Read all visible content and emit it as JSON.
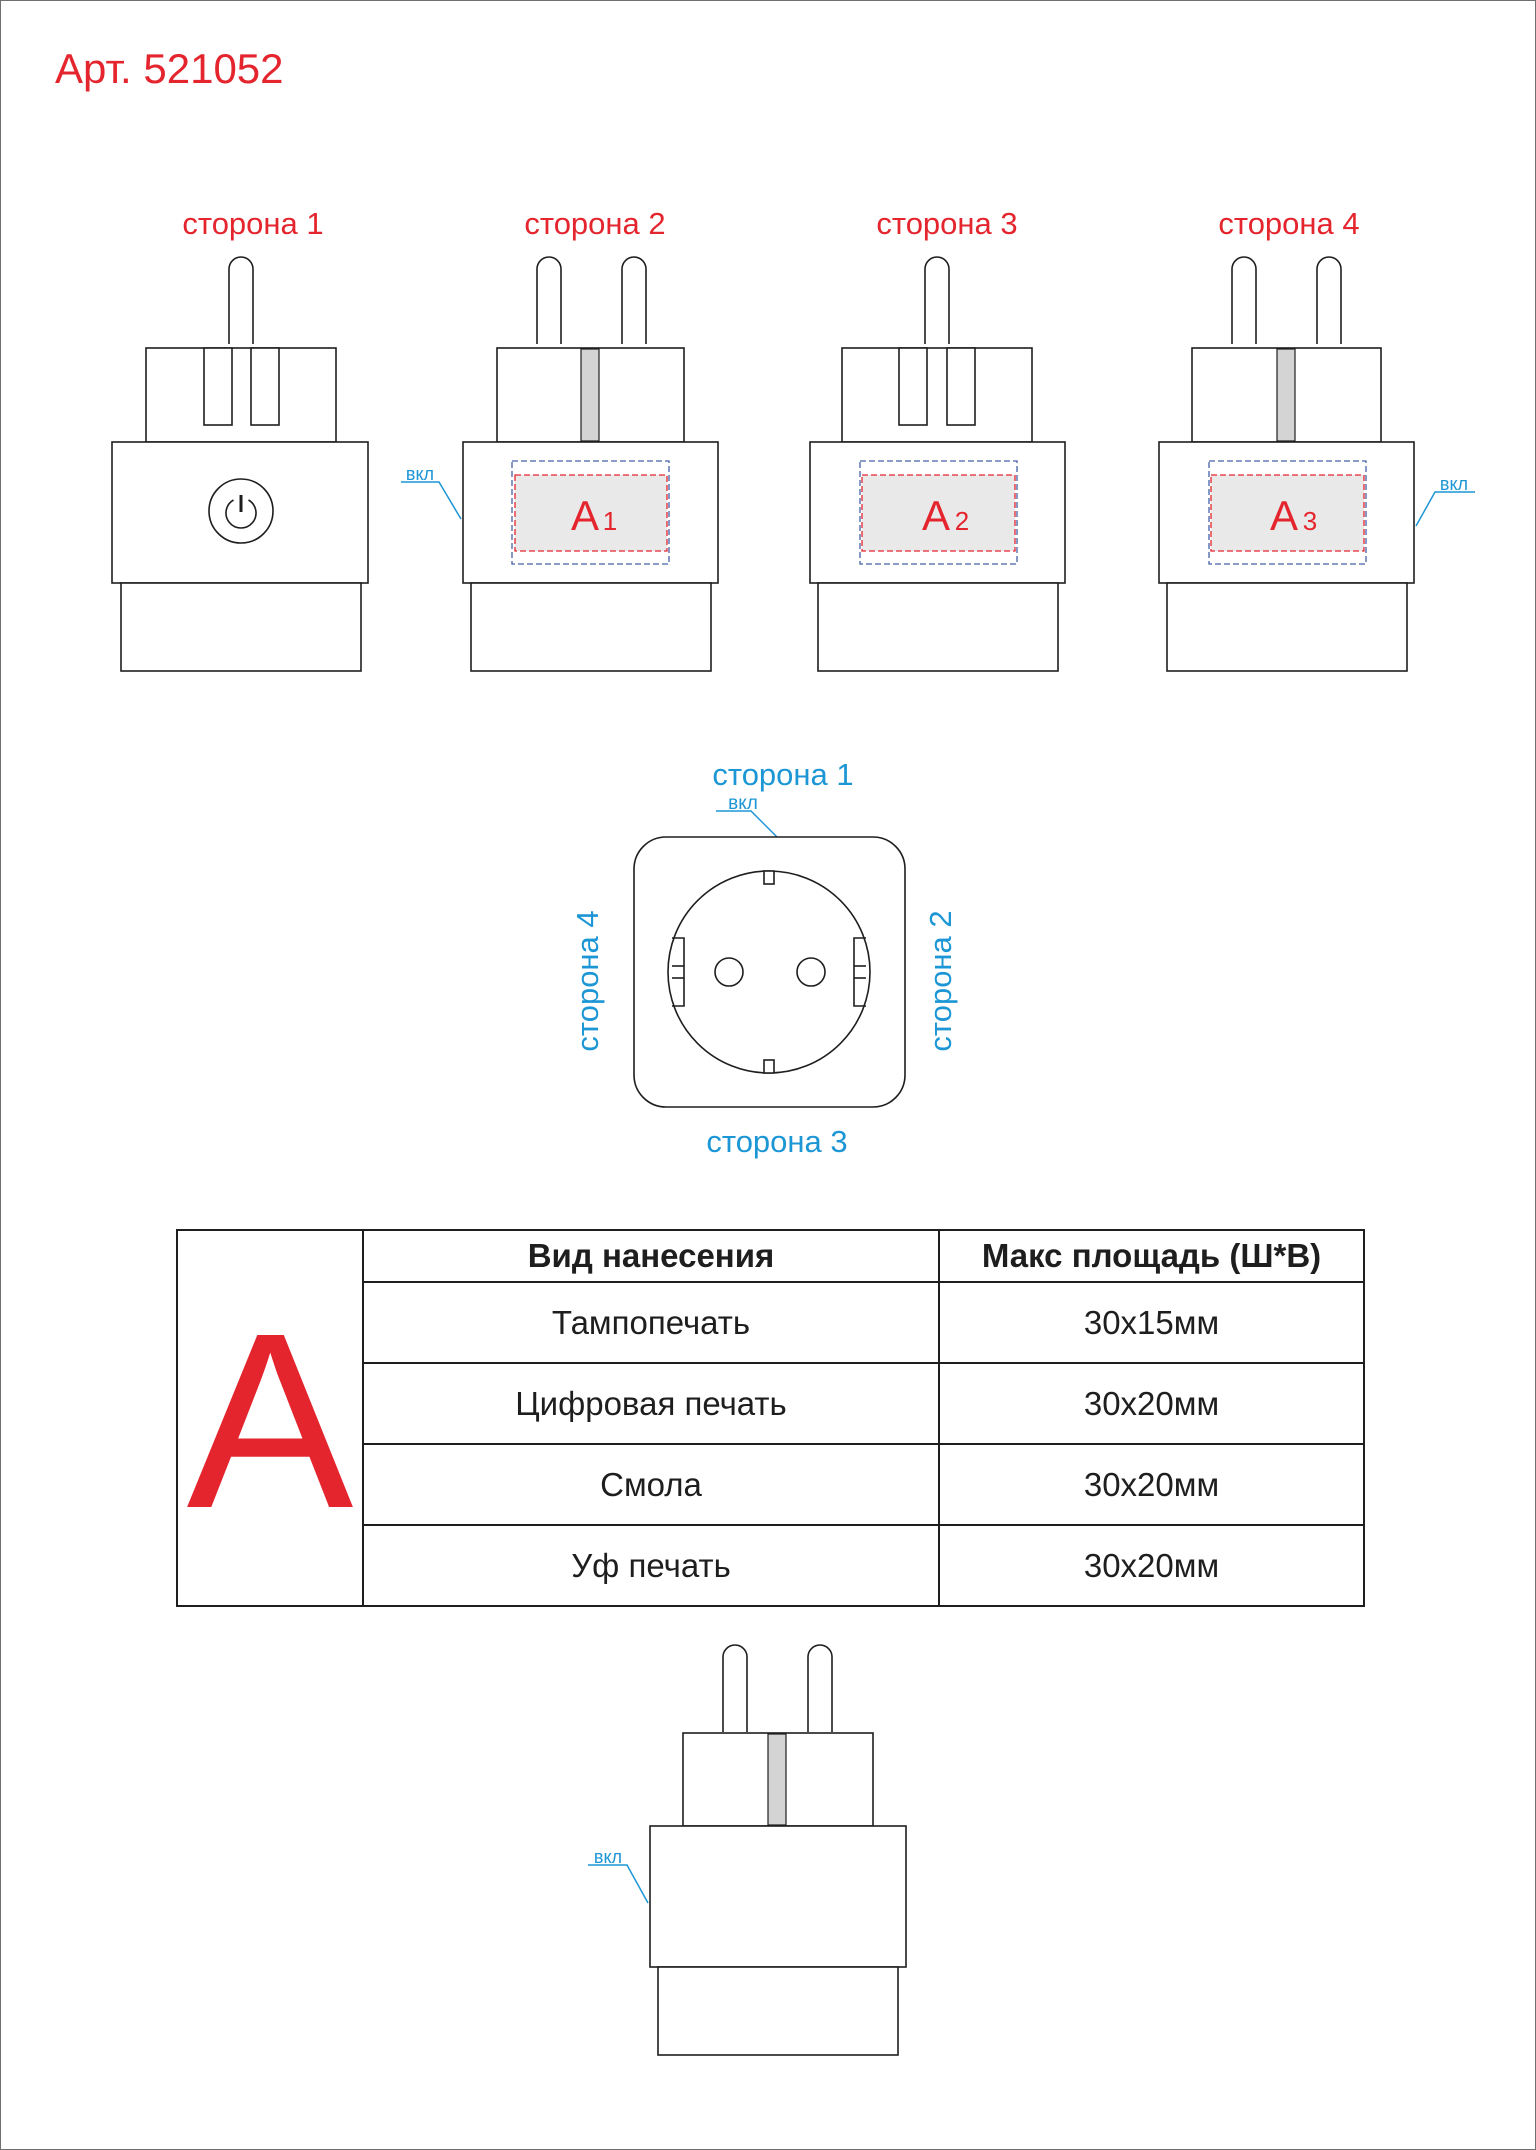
{
  "article": "Арт. 521052",
  "colors": {
    "accent_red": "#e4252e",
    "accent_blue": "#1c96d4",
    "area_fill": "#e9e9e9",
    "divider_grey": "#d4d4d4"
  },
  "side_views": [
    {
      "label": "сторона 1"
    },
    {
      "label": "сторона 2",
      "area_letter": "A",
      "area_index": "1",
      "switch_label": "вкл"
    },
    {
      "label": "сторона 3",
      "area_letter": "A",
      "area_index": "2"
    },
    {
      "label": "сторона 4",
      "area_letter": "A",
      "area_index": "3",
      "switch_label": "вкл"
    }
  ],
  "socket_view": {
    "top": "сторона 1",
    "right": "сторона 2",
    "bottom": "сторона 3",
    "left": "сторона 4",
    "switch_label": "вкл"
  },
  "table": {
    "letter": "A",
    "headers": [
      "Вид нанесения",
      "Макс площадь (Ш*В)"
    ],
    "rows": [
      {
        "method": "Тампопечать",
        "size": "30x15мм"
      },
      {
        "method": "Цифровая печать",
        "size": "30x20мм"
      },
      {
        "method": "Смола",
        "size": "30x20мм"
      },
      {
        "method": "Уф печать",
        "size": "30x20мм"
      }
    ]
  },
  "bottom_view": {
    "switch_label": "вкл"
  }
}
